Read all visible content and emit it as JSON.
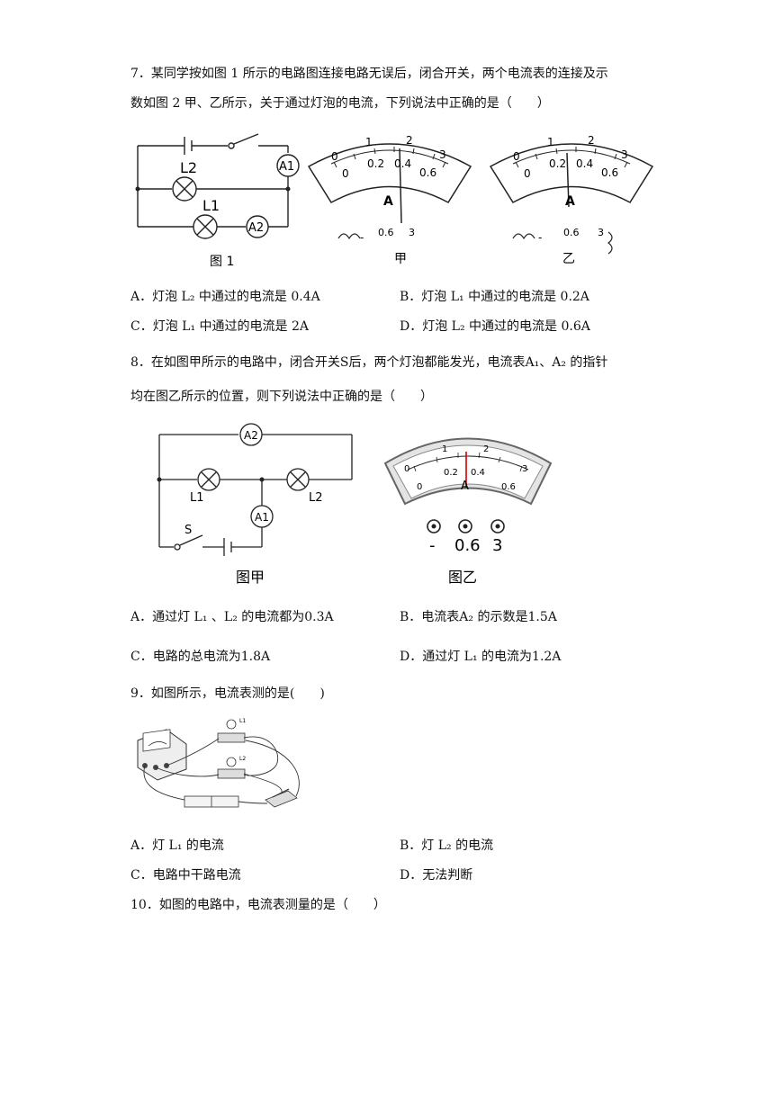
{
  "q7": {
    "line1": "7．某同学按如图 1 所示的电路图连接电路无误后，闭合开关，两个电流表的连接及示",
    "line2": "数如图 2 甲、乙所示，关于通过灯泡的电流，下列说法中正确的是（　　）",
    "fig1_caption": "图 1",
    "meter_jia_caption": "甲",
    "meter_yi_caption": "乙",
    "labels": {
      "L2": "L2",
      "L1": "L1",
      "A1": "A1",
      "A2": "A2",
      "unit": "A"
    },
    "scale_top": [
      "0",
      "1",
      "2",
      "3"
    ],
    "scale_bottom": [
      "0",
      "0.2",
      "0.4",
      "0.6"
    ],
    "terminals": [
      "-",
      "0.6",
      "3"
    ],
    "options": {
      "A": "A．灯泡 L₂ 中通过的电流是 0.4A",
      "B": "B．灯泡 L₁ 中通过的电流是 0.2A",
      "C": "C．灯泡 L₁ 中通过的电流是 2A",
      "D": "D．灯泡 L₂ 中通过的电流是 0.6A"
    }
  },
  "q8": {
    "line1": "8．在如图甲所示的电路中，闭合开关S后，两个灯泡都能发光，电流表A₁、A₂ 的指针",
    "line2": "均在图乙所示的位置，则下列说法中正确的是（　　）",
    "fig_jia_caption": "图甲",
    "fig_yi_caption": "图乙",
    "labels": {
      "A1": "A1",
      "A2": "A2",
      "L1": "L1",
      "L2": "L2",
      "S": "S",
      "unit": "A"
    },
    "scale_top": [
      "0",
      "1",
      "2",
      "3"
    ],
    "scale_bottom": [
      "0",
      "0.2",
      "0.4",
      "0.6"
    ],
    "terminals": [
      "-",
      "0.6",
      "3"
    ],
    "options": {
      "A": "A．通过灯 L₁ 、L₂ 的电流都为0.3A",
      "B": "B．电流表A₂ 的示数是1.5A",
      "C": "C．电路的总电流为1.8A",
      "D": "D．通过灯 L₁ 的电流为1.2A"
    }
  },
  "q9": {
    "line1": "9．如图所示，电流表测的是(　　)",
    "labels": {
      "L1": "L1",
      "L2": "L2"
    },
    "options": {
      "A": "A．灯 L₁ 的电流",
      "B": "B．灯 L₂ 的电流",
      "C": "C．电路中干路电流",
      "D": "D．无法判断"
    }
  },
  "q10": {
    "line1": "10．如图的电路中，电流表测量的是（　　）"
  }
}
